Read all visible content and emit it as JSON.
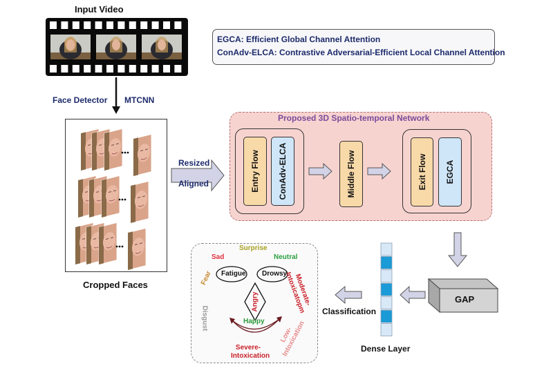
{
  "input": {
    "title": "Input Video",
    "frame_count": 3
  },
  "face_detection": {
    "left_label": "Face Detector",
    "right_label": "MTCNN"
  },
  "cropped_faces": {
    "caption": "Cropped Faces",
    "rows": 3
  },
  "preprocess": {
    "label_top": "Resized",
    "label_bottom": "Aligned"
  },
  "legend": {
    "items": [
      {
        "abbr": "EGCA",
        "sep": ": ",
        "text": "Efficient Global Channel Attention"
      },
      {
        "abbr": "ConAdv-ELCA",
        "sep": ": ",
        "text": "Contrastive Adversarial-Efficient Local Channel Attention"
      }
    ]
  },
  "network": {
    "title": "Proposed 3D Spatio-temporal Network",
    "entry_flow": "Entry Flow",
    "entry_attention": "ConAdv-ELCA",
    "middle_flow": "Middle Flow",
    "exit_flow": "Exit Flow",
    "exit_attention": "EGCA"
  },
  "gap": {
    "label": "GAP"
  },
  "dense": {
    "caption": "Dense Layer",
    "cells": [
      false,
      true,
      false,
      true,
      false,
      true,
      false
    ]
  },
  "classification": {
    "label": "Classification"
  },
  "classes": {
    "surprise": "Surprise",
    "sad": "Sad",
    "neutral": "Neutral",
    "fatigue": "Fatigue",
    "drowsy": "Drowsy",
    "fear": "Fear",
    "angry": "Angry",
    "disgust": "Disgust",
    "happy": "Happy",
    "moderate": "Moderate-",
    "moderate2": "Intoxicatopm",
    "low": "Low-",
    "low2": "Intoxication",
    "severe": "Severe-",
    "severe2": "Intoxication"
  },
  "colors": {
    "navy": "#1c2a6b",
    "network_bg": "#f7d3d0",
    "network_border": "#b07070",
    "network_title": "#7a4a9a",
    "flow_orange": "#f8d9a8",
    "attention_blue": "#cfe6f8",
    "arrow_fill": "#d2d3e6",
    "dense_dark": "#1a9ad6",
    "dense_light": "#d8e8f6",
    "surprise": "#a8a020",
    "sad": "#e03040",
    "neutral": "#2aa040",
    "fear": "#c88a30",
    "angry": "#c81e28",
    "disgust": "#9a9a9a",
    "happy": "#2a9a3a",
    "moderate": "#c81e28",
    "low": "#e88a8a",
    "severe": "#c81e28"
  }
}
